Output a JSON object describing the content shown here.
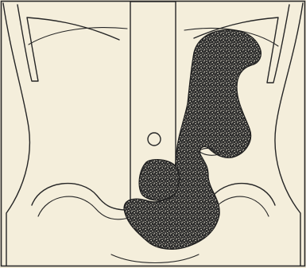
{
  "figure": {
    "palette": {
      "paper": "#f4eedb",
      "ink": "#262626",
      "stipple_dark": "#2b2b2b",
      "stipple_light": "#e9e4d4"
    },
    "drawing_style": "stippled line drawing",
    "structures": [
      "torso-outline",
      "rib-arches",
      "vertebral-column",
      "umbilicus-circle",
      "pelvic-crests",
      "stippled-colon",
      "stippled-cecum-mass"
    ]
  }
}
